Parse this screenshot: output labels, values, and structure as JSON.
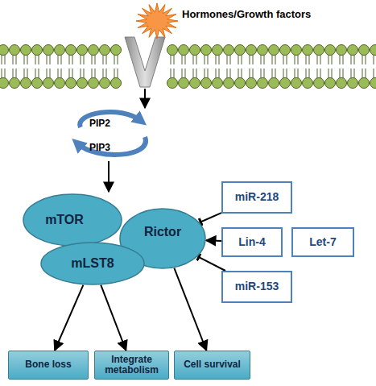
{
  "diagram": {
    "nodes": [
      {
        "text": [
          "mTOR"
        ]
      },
      {
        "text": [
          "Rictor"
        ]
      },
      {
        "text": [
          "mLST8"
        ]
      },
      {
        "text": [
          "miR-218"
        ]
      },
      {
        "text": [
          "Lin-4"
        ]
      },
      {
        "text": [
          "Let-7"
        ]
      },
      {
        "text": [
          "miR-153"
        ]
      },
      {
        "text": [
          "Bone loss"
        ]
      },
      {
        "text": [
          "Integrate metabolism"
        ]
      },
      {
        "text": [
          "Cell survival"
        ]
      }
    ],
    "edges": [
      {
        "from": 3,
        "to": 1,
        "arrow": "to"
      },
      {
        "from": 4,
        "to": 1,
        "arrow": "to"
      },
      {
        "from": 6,
        "to": 1,
        "arrow": "to"
      },
      {
        "from": 2,
        "to": 7,
        "arrow": "to"
      },
      {
        "from": 2,
        "to": 8,
        "arrow": "to"
      },
      {
        "from": 1,
        "to": 9,
        "arrow": "to"
      }
    ],
    "labels": [
      "Hormones/Growth factors",
      "PIP2",
      "PIP3"
    ]
  }
}
